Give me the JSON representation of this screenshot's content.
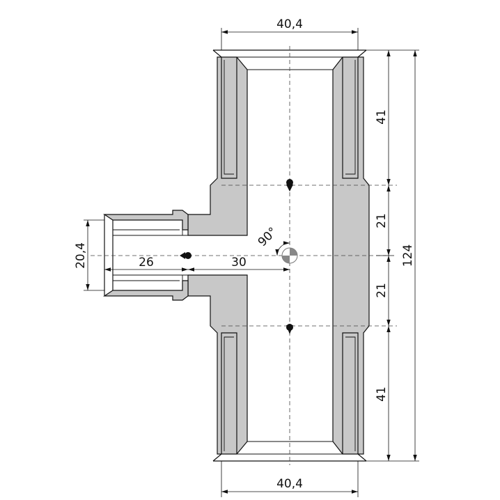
{
  "dimensions": {
    "top_width": "40,4",
    "bottom_width": "40,4",
    "upper_socket_length": "41",
    "upper_offset": "21",
    "lower_offset": "21",
    "lower_socket_length": "41",
    "total_length": "124",
    "branch_diameter": "20,4",
    "branch_socket": "26",
    "branch_offset": "30",
    "branch_angle": "90°"
  },
  "colors": {
    "section_fill": "#c8c8c8",
    "line": "#111111"
  }
}
